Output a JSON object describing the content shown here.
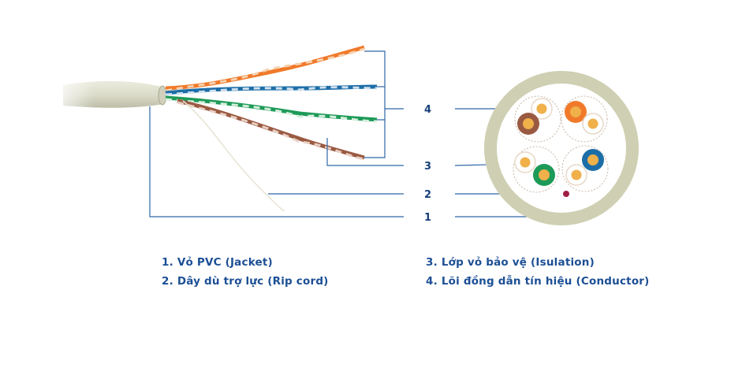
{
  "callouts": [
    "1",
    "2",
    "3",
    "4"
  ],
  "legend": {
    "item1": "1. Vỏ PVC (Jacket)",
    "item2": "2. Dây dù trợ lực (Rip cord)",
    "item3": "3. Lớp vỏ bảo vệ (Isulation)",
    "item4": "4. Lõi đồng dẫn tín hiệu (Conductor)"
  },
  "colors": {
    "leader_line": "#2e66a8",
    "text": "#1c4f95",
    "jacket": "#dcdccb",
    "pair_orange": "#f07a2a",
    "pair_blue": "#1c6ea8",
    "pair_green": "#1e9a58",
    "pair_brown": "#9a5a42",
    "conductor_core": "#f0b04a",
    "ripcord_dot": "#9e1f46"
  }
}
